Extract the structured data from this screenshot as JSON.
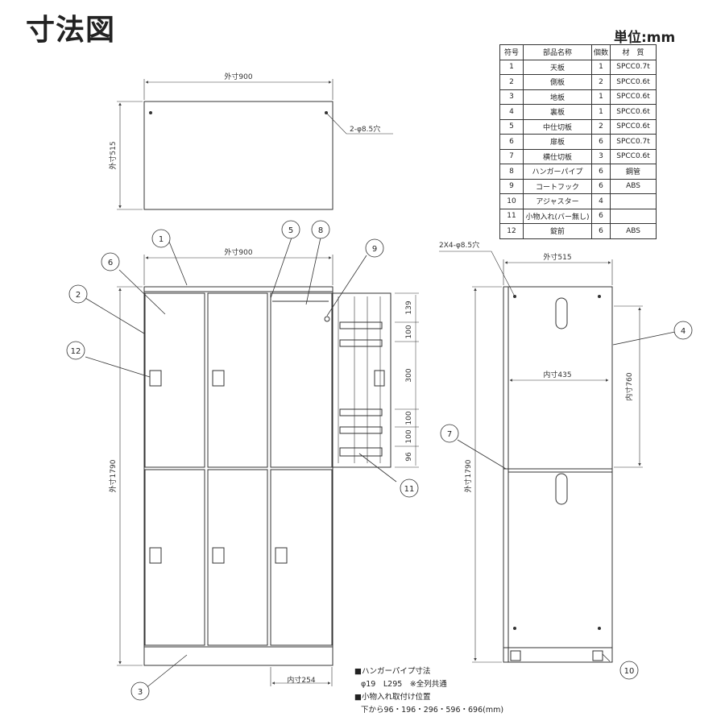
{
  "title": "寸法図",
  "unit": "単位:mm",
  "parts_table": {
    "headers": [
      "符号",
      "部品名称",
      "個数",
      "材　質"
    ],
    "rows": [
      [
        "1",
        "天板",
        "1",
        "SPCC0.7t"
      ],
      [
        "2",
        "側板",
        "2",
        "SPCC0.6t"
      ],
      [
        "3",
        "地板",
        "1",
        "SPCC0.6t"
      ],
      [
        "4",
        "裏板",
        "1",
        "SPCC0.6t"
      ],
      [
        "5",
        "中仕切板",
        "2",
        "SPCC0.6t"
      ],
      [
        "6",
        "扉板",
        "6",
        "SPCC0.7t"
      ],
      [
        "7",
        "横仕切板",
        "3",
        "SPCC0.6t"
      ],
      [
        "8",
        "ハンガーパイプ",
        "6",
        "鋼管"
      ],
      [
        "9",
        "コートフック",
        "6",
        "ABS"
      ],
      [
        "10",
        "アジャスター",
        "4",
        ""
      ],
      [
        "11",
        "小物入れ(バー無し)",
        "6",
        ""
      ],
      [
        "12",
        "錠前",
        "6",
        "ABS"
      ]
    ]
  },
  "dimensions": {
    "top_width": "外寸900",
    "top_depth": "外寸515",
    "top_holes": "2-φ8.5穴",
    "front_width": "外寸900",
    "front_height": "外寸1790",
    "inner_width": "内寸254",
    "side_width": "外寸515",
    "side_holes": "2X4-φ8.5穴",
    "side_inner_width": "内寸435",
    "side_inner_height": "内寸760",
    "side_height": "外寸1790",
    "shelf_139": "139",
    "shelf_100a": "100",
    "shelf_300": "300",
    "shelf_100b": "100",
    "shelf_100c": "100",
    "shelf_96": "96"
  },
  "callouts": [
    "1",
    "2",
    "3",
    "4",
    "5",
    "6",
    "7",
    "8",
    "9",
    "10",
    "11",
    "12"
  ],
  "notes": {
    "hanger_title": "■ハンガーパイプ寸法",
    "hanger_spec": "φ19　L295　※全列共通",
    "tray_title": "■小物入れ取付け位置",
    "tray_positions": "下から96・196・296・596・696(mm)"
  }
}
